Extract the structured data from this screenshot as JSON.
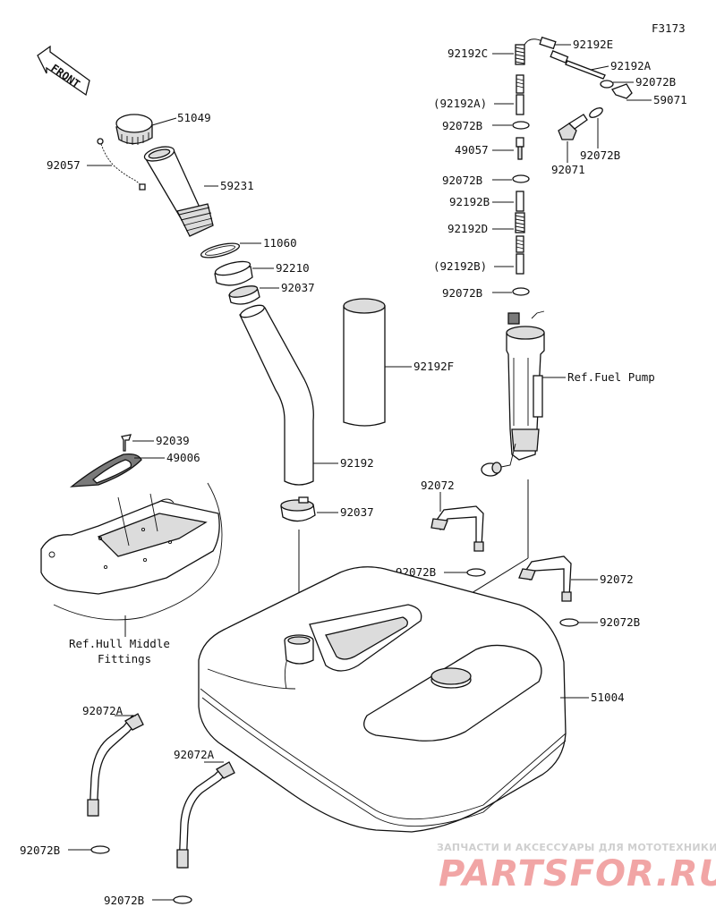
{
  "figure_code": "F3173",
  "front_label": "FRONT",
  "labels": {
    "p51049": "51049",
    "p92057": "92057",
    "p59231": "59231",
    "p11060": "11060",
    "p92210": "92210",
    "p92037a": "92037",
    "p92192f": "92192F",
    "p92039": "92039",
    "p49006": "49006",
    "p92192": "92192",
    "p92037b": "92037",
    "hull_ref_line1": "Ref.Hull Middle",
    "hull_ref_line2": "Fittings",
    "p92192c": "92192C",
    "p92192e": "92192E",
    "p92192a": "92192A",
    "p92072b_top": "92072B",
    "p59071": "59071",
    "p92192a_paren": "(92192A)",
    "p92072b_1": "92072B",
    "p92072b_right": "92072B",
    "p92071": "92071",
    "p49057": "49057",
    "p92072b_2": "92072B",
    "p92192b": "92192B",
    "p92192d": "92192D",
    "p92192b_paren": "(92192B)",
    "p92072b_3": "92072B",
    "fuel_pump_ref": "Ref.Fuel Pump",
    "p92072_a": "92072",
    "p92072b_mid": "92072B",
    "p92072_b": "92072",
    "p92072b_r2": "92072B",
    "p51004": "51004",
    "p92072a_1": "92072A",
    "p92072a_2": "92072A",
    "p92072b_bl": "92072B",
    "p92072b_bm": "92072B"
  },
  "watermark": {
    "line1": "ЗАПЧАСТИ И АКСЕССУАРЫ ДЛЯ МОТОТЕХНИКИ",
    "line2": "PARTSFOR.RU"
  },
  "colors": {
    "ink": "#111111",
    "watermark_red": "#f1a5a5",
    "watermark_gray": "#cfcfcf"
  }
}
